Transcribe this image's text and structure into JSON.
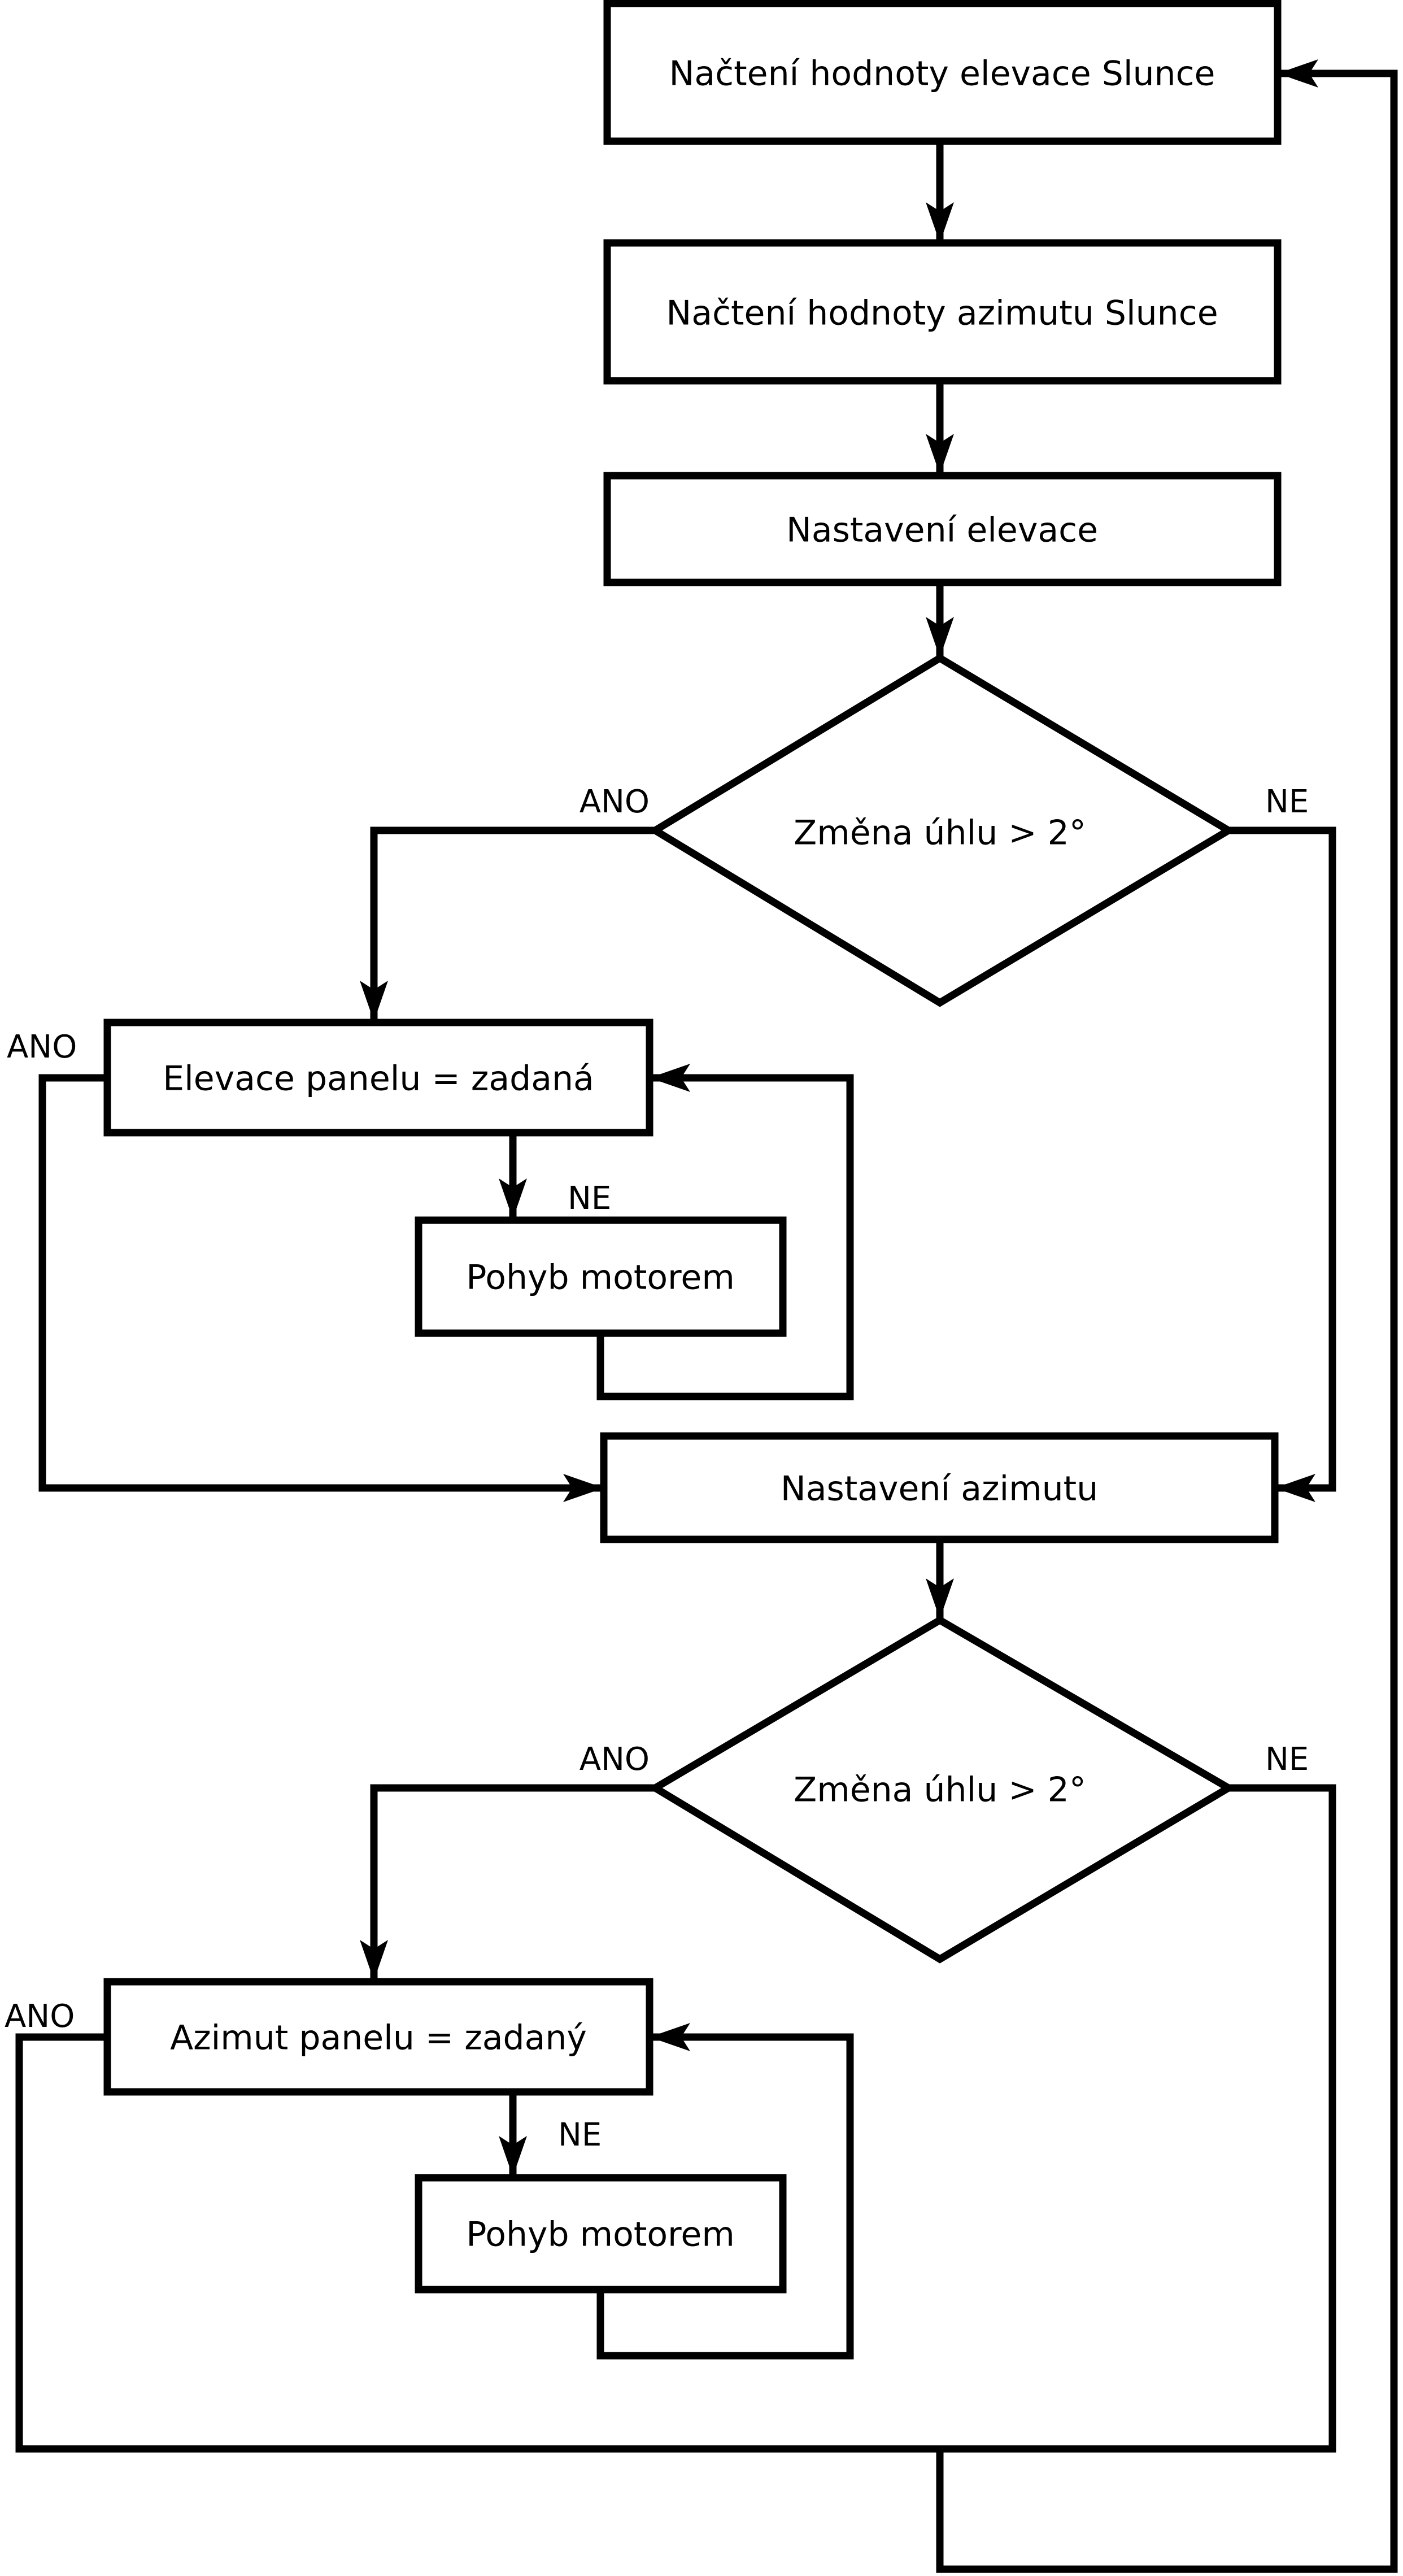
{
  "diagram": {
    "background_color": "#ffffff",
    "stroke_color": "#000000",
    "nodes": {
      "load_elevation": {
        "type": "process",
        "label": "Načtení hodnoty elevace Slunce"
      },
      "load_azimuth": {
        "type": "process",
        "label": "Načtení hodnoty azimutu Slunce"
      },
      "set_elevation": {
        "type": "process",
        "label": "Nastavení elevace"
      },
      "elevation_decision": {
        "type": "decision",
        "label": "Změna úhlu > 2°"
      },
      "elevation_equal": {
        "type": "process",
        "label": "Elevace panelu = zadaná"
      },
      "elevation_motor": {
        "type": "process",
        "label": "Pohyb motorem"
      },
      "set_azimuth": {
        "type": "process",
        "label": "Nastavení azimutu"
      },
      "azimuth_decision": {
        "type": "decision",
        "label": "Změna úhlu > 2°"
      },
      "azimuth_equal": {
        "type": "process",
        "label": "Azimut panelu = zadaný"
      },
      "azimuth_motor": {
        "type": "process",
        "label": "Pohyb motorem"
      }
    },
    "branch_labels": {
      "elevation_decision_yes": "ANO",
      "elevation_decision_no": "NE",
      "elevation_equal_yes": "ANO",
      "elevation_equal_no": "NE",
      "azimuth_decision_yes": "ANO",
      "azimuth_decision_no": "NE",
      "azimuth_equal_yes": "ANO",
      "azimuth_equal_no": "NE"
    }
  }
}
